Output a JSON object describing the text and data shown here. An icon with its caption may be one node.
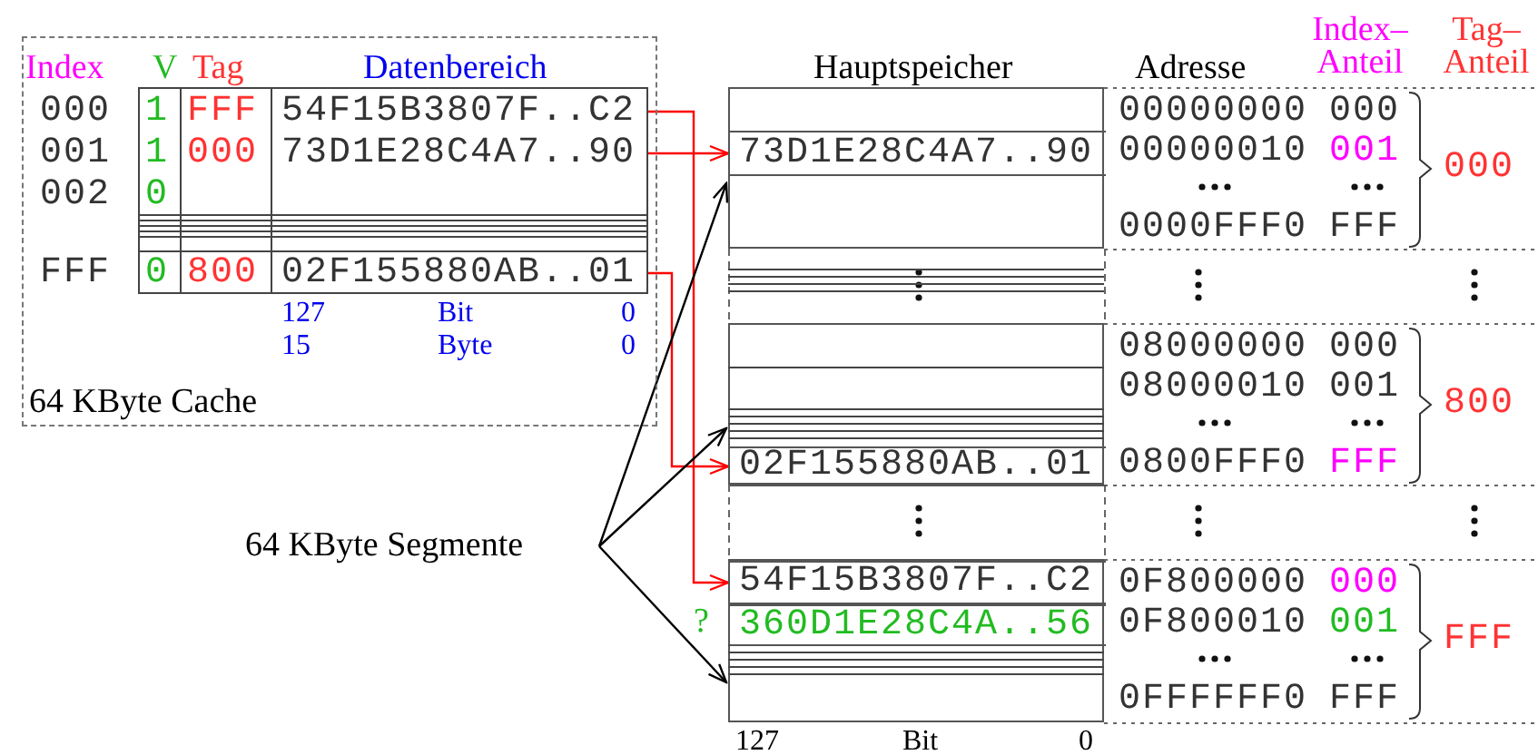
{
  "diagram": {
    "nodes": [
      {
        "text": [
          "64 KByte Cache"
        ]
      },
      {
        "text": [
          "54F15B3807F..C2"
        ],
        "in": 0
      },
      {
        "text": [
          "73D1E28C4A7..90"
        ],
        "in": 0
      },
      {
        "text": [
          "02F155880AB..01"
        ],
        "in": 0
      },
      {
        "text": [],
        "shape": "box"
      },
      {
        "text": [
          "73D1E28C4A7..90"
        ],
        "in": 4
      },
      {
        "text": [],
        "shape": "box"
      },
      {
        "text": [
          "02F155880AB..01"
        ],
        "in": 6
      },
      {
        "text": [],
        "shape": "box"
      },
      {
        "text": [
          "54F15B3807F..C2"
        ],
        "in": 8
      },
      {
        "text": [
          "360D1E28C4A..56"
        ],
        "in": 8
      },
      {
        "text": [
          "64 KByte Segmente"
        ]
      }
    ],
    "edges": [
      {
        "from": 1,
        "to": 9,
        "arrow": "to",
        "color": "#ff0000"
      },
      {
        "from": 2,
        "to": 5,
        "arrow": "to",
        "color": "#ff0000"
      },
      {
        "from": 3,
        "to": 7,
        "arrow": "to",
        "color": "#ff0000"
      },
      {
        "from": 11,
        "to": 4,
        "arrow": "to",
        "color": "#000000"
      },
      {
        "from": 11,
        "to": 6,
        "arrow": "to",
        "color": "#000000"
      },
      {
        "from": 11,
        "to": 8,
        "arrow": "to",
        "color": "#000000"
      }
    ],
    "labels": [
      "Index",
      "V",
      "Tag",
      "Datenbereich",
      "000",
      "1",
      "FFF",
      "001",
      "1",
      "000",
      "002",
      "0",
      "FFF",
      "0",
      "800",
      "127",
      "Bit",
      "0",
      "15",
      "Byte",
      "0",
      "Hauptspeicher",
      "Adresse",
      "Index– Anteil",
      "Tag– Anteil",
      "00000000",
      "000",
      "00000010",
      "001",
      "0000FFF0",
      "FFF",
      "000",
      "08000000",
      "000",
      "08000010",
      "001",
      "0800FFF0",
      "FFF",
      "800",
      "0F800000",
      "000",
      "?",
      "0F800010",
      "001",
      "0FFFFFF0",
      "FFF",
      "FFF",
      "127",
      "Bit",
      "0"
    ]
  }
}
